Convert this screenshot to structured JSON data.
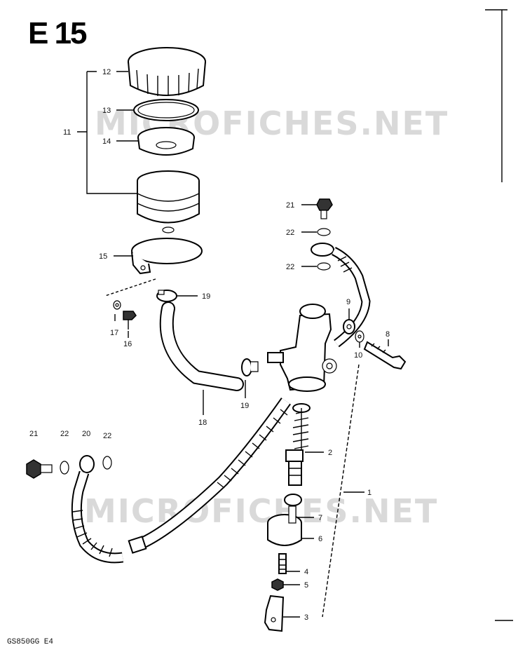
{
  "header": {
    "code": "E 15"
  },
  "watermark": {
    "text": "MICROFICHES.NET"
  },
  "footer": {
    "model": "GS850GG E4"
  },
  "callouts": [
    {
      "id": "c12",
      "label": "12"
    },
    {
      "id": "c13",
      "label": "13"
    },
    {
      "id": "c11",
      "label": "11"
    },
    {
      "id": "c14",
      "label": "14"
    },
    {
      "id": "c15",
      "label": "15"
    },
    {
      "id": "c19a",
      "label": "19"
    },
    {
      "id": "c17",
      "label": "17"
    },
    {
      "id": "c16",
      "label": "16"
    },
    {
      "id": "c18",
      "label": "18"
    },
    {
      "id": "c19b",
      "label": "19"
    },
    {
      "id": "c21a",
      "label": "21"
    },
    {
      "id": "c22a",
      "label": "22"
    },
    {
      "id": "c22b",
      "label": "22"
    },
    {
      "id": "c9",
      "label": "9"
    },
    {
      "id": "c10",
      "label": "10"
    },
    {
      "id": "c8",
      "label": "8"
    },
    {
      "id": "c2",
      "label": "2"
    },
    {
      "id": "c1",
      "label": "1"
    },
    {
      "id": "c7",
      "label": "7"
    },
    {
      "id": "c6",
      "label": "6"
    },
    {
      "id": "c4",
      "label": "4"
    },
    {
      "id": "c5",
      "label": "5"
    },
    {
      "id": "c3",
      "label": "3"
    },
    {
      "id": "c21b",
      "label": "21"
    },
    {
      "id": "c22c",
      "label": "22"
    },
    {
      "id": "c20",
      "label": "20"
    },
    {
      "id": "c22d",
      "label": "22"
    }
  ]
}
